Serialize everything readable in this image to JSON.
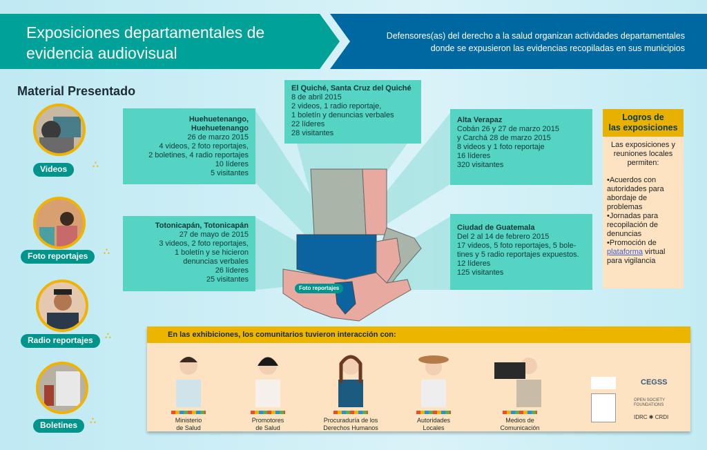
{
  "header": {
    "title_line1": "Exposiciones departamentales de",
    "title_line2": "evidencia audiovisual",
    "subtitle_line1": "Defensores(as) del derecho a la salud organizan actividades departamentales",
    "subtitle_line2": "donde se expusieron las evidencias recopiladas en sus municipios"
  },
  "material": {
    "title": "Material Presentado",
    "items": [
      {
        "label": "Videos",
        "icon": "video-photo"
      },
      {
        "label": "Foto reportajes",
        "icon": "photo-photo"
      },
      {
        "label": "Radio reportajes",
        "icon": "radio-photo"
      },
      {
        "label": "Boletines",
        "icon": "bulletin-photo"
      }
    ]
  },
  "events": {
    "huehuetenango": {
      "place": "Huehuetenango, Huehuetenango",
      "lines": [
        "26 de marzo 2015",
        "4 videos, 2 foto reportajes,",
        "2 boletines, 4 radio reportajes",
        "10 líderes",
        "5 visitantes"
      ]
    },
    "quiche": {
      "place": "El Quiché, Santa Cruz del Quiché",
      "lines": [
        "8 de abril 2015",
        "2 videos, 1 radio reportaje,",
        "1 boletín y denuncias verbales",
        "22 líderes",
        "28 visitantes"
      ]
    },
    "alta_verapaz": {
      "place": "Alta Verapaz",
      "lines": [
        "Cobán 26 y 27 de marzo 2015",
        "y Carchá 28 de marzo 2015",
        "8 videos y 1 foto reportaje",
        "16 líderes",
        "320 visitantes"
      ]
    },
    "totonicapan": {
      "place": "Totonicapán, Totonicapán",
      "lines": [
        "27 de mayo de 2015",
        "3 videos, 2 foto reportajes,",
        "1 boletín y se hicieron",
        "denuncias verbales",
        "26 líderes",
        "25 visitantes"
      ]
    },
    "guatemala": {
      "place": "Ciudad de Guatemala",
      "lines": [
        "Del 2 al 14 de febrero 2015",
        "17 videos, 5 foto reportajes, 5 bole-",
        "tines y 5 radio reportajes expuestos.",
        "12 líderes",
        "125 visitantes"
      ]
    }
  },
  "map": {
    "badge": "Foto reportajes",
    "colors": {
      "highlight": "#0a64a0",
      "other": "#e8aaa0",
      "gray": "#a9b5a8"
    }
  },
  "logros": {
    "title_line1": "Logros de",
    "title_line2": "las exposiciones",
    "intro": "Las exposiciones y reuniones locales permiten:",
    "bullets": [
      "•Acuerdos con autoridades para abordaje de problemas",
      "•Jornadas para recopilación de denuncias"
    ],
    "b3_pre": "•Promoción de ",
    "b3_link": "plataforma",
    "b3_post": " virtual para vigilancia"
  },
  "interaction": {
    "title": "En las exhibiciones, los comunitarios tuvieron interacción con:",
    "people": [
      {
        "l1": "Ministerio",
        "l2": "de Salud"
      },
      {
        "l1": "Promotores",
        "l2": "de Salud"
      },
      {
        "l1": "Procuraduría de los",
        "l2": "Derechos Humanos"
      },
      {
        "l1": "Autoridades",
        "l2": "Locales"
      },
      {
        "l1": "Medios de",
        "l2": "Comunicación"
      }
    ]
  },
  "logos": {
    "cegss": "CEGSS",
    "osf": "OPEN SOCIETY FOUNDATIONS",
    "idrc": "IDRC ✱ CRDI"
  }
}
